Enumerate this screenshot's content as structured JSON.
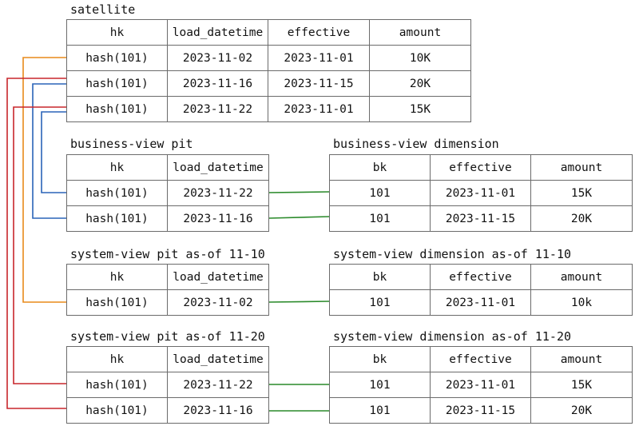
{
  "colors": {
    "orange": "#e88a1a",
    "blue": "#2a64b8",
    "red": "#c8262b",
    "green": "#2a8a2a",
    "border": "#6b6b6b"
  },
  "satellite": {
    "title": "satellite",
    "headers": [
      "hk",
      "load_datetime",
      "effective",
      "amount"
    ],
    "rows": [
      [
        "hash(101)",
        "2023-11-02",
        "2023-11-01",
        "10K"
      ],
      [
        "hash(101)",
        "2023-11-16",
        "2023-11-15",
        "20K"
      ],
      [
        "hash(101)",
        "2023-11-22",
        "2023-11-01",
        "15K"
      ]
    ]
  },
  "business_pit": {
    "title": "business-view pit",
    "headers": [
      "hk",
      "load_datetime"
    ],
    "rows": [
      [
        "hash(101)",
        "2023-11-22"
      ],
      [
        "hash(101)",
        "2023-11-16"
      ]
    ]
  },
  "business_dim": {
    "title": "business-view dimension",
    "headers": [
      "bk",
      "effective",
      "amount"
    ],
    "rows": [
      [
        "101",
        "2023-11-01",
        "15K"
      ],
      [
        "101",
        "2023-11-15",
        "20K"
      ]
    ]
  },
  "sys1110_pit": {
    "title": "system-view pit as-of 11-10",
    "headers": [
      "hk",
      "load_datetime"
    ],
    "rows": [
      [
        "hash(101)",
        "2023-11-02"
      ]
    ]
  },
  "sys1110_dim": {
    "title": "system-view dimension as-of 11-10",
    "headers": [
      "bk",
      "effective",
      "amount"
    ],
    "rows": [
      [
        "101",
        "2023-11-01",
        "10k"
      ]
    ]
  },
  "sys1120_pit": {
    "title": "system-view pit as-of 11-20",
    "headers": [
      "hk",
      "load_datetime"
    ],
    "rows": [
      [
        "hash(101)",
        "2023-11-22"
      ],
      [
        "hash(101)",
        "2023-11-16"
      ]
    ]
  },
  "sys1120_dim": {
    "title": "system-view dimension as-of 11-20",
    "headers": [
      "bk",
      "effective",
      "amount"
    ],
    "rows": [
      [
        "101",
        "2023-11-01",
        "15K"
      ],
      [
        "101",
        "2023-11-15",
        "20K"
      ]
    ]
  }
}
